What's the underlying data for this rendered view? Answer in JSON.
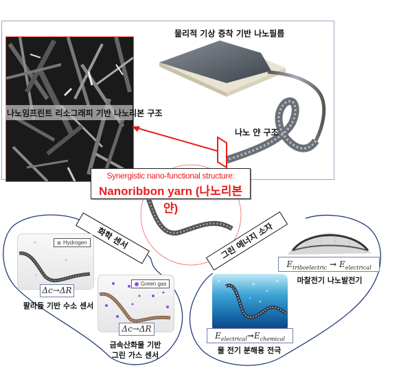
{
  "top_section": {
    "nanofilm_label": "물리적 기상 증착 기반 나노필름",
    "nanoribbon_structure_label": "나노임프린트 리소그래피 기반 나노리본 구조",
    "nano_yarn_label": "나노 얀 구조"
  },
  "callout": {
    "line1": "Synergistic nano-functional structure:",
    "line2": "Nanoribbon yarn (나노리본 얀)"
  },
  "chemical_sensor": {
    "banner": "화학 센서",
    "hydrogen_panel": {
      "legend": "Hydrogen",
      "formula": "Δc→ΔR",
      "caption": "팔라듐 기반 수소 센서"
    },
    "greengas_panel": {
      "legend": "Green gas",
      "formula": "Δc→ΔR",
      "caption_line1": "금속산화물 기반",
      "caption_line2": "그린 가스 센서"
    }
  },
  "green_energy": {
    "banner": "그린 에너지 소자",
    "teng_panel": {
      "formula_left": "E",
      "formula_left_sub": "triboelectric",
      "formula_arrow": "→",
      "formula_right": "E",
      "formula_right_sub": "electrical",
      "caption": "마찰전기 나노발전기"
    },
    "electrolysis_panel": {
      "formula_left": "E",
      "formula_left_sub": "electrical",
      "formula_arrow": "→",
      "formula_right": "E",
      "formula_right_sub": "chemical",
      "caption": "물 전기 분해용 전극"
    }
  },
  "colors": {
    "accent_red": "#e81c1c",
    "outline_navy": "#1f3a7a",
    "formula_border": "#6e7fa8"
  }
}
